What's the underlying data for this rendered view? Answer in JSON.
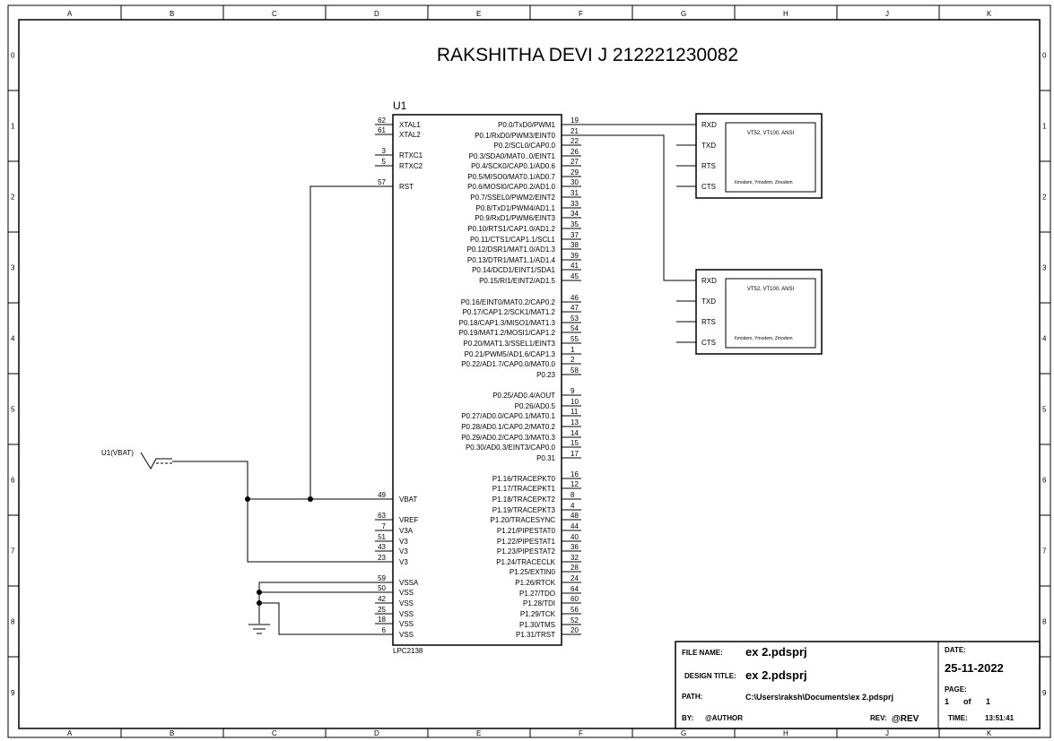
{
  "sheet": {
    "title": "RAKSHITHA DEVI J 212221230082",
    "zones_x": [
      "A",
      "B",
      "C",
      "D",
      "E",
      "F",
      "G",
      "H",
      "J",
      "K"
    ],
    "zones_y": [
      "0",
      "1",
      "2",
      "3",
      "4",
      "5",
      "6",
      "7",
      "8",
      "9"
    ]
  },
  "chip": {
    "ref": "U1",
    "part": "LPC2138",
    "left_pins": [
      {
        "num": "62",
        "name": "XTAL1"
      },
      {
        "num": "61",
        "name": "XTAL2"
      },
      {
        "num": "3",
        "name": "RTXC1"
      },
      {
        "num": "5",
        "name": "RTXC2"
      },
      {
        "num": "57",
        "name": "RST"
      },
      {
        "num": "49",
        "name": "VBAT"
      },
      {
        "num": "63",
        "name": "VREF"
      },
      {
        "num": "7",
        "name": "V3A"
      },
      {
        "num": "51",
        "name": "V3"
      },
      {
        "num": "43",
        "name": "V3"
      },
      {
        "num": "23",
        "name": "V3"
      },
      {
        "num": "59",
        "name": "VSSA"
      },
      {
        "num": "50",
        "name": "VSS"
      },
      {
        "num": "42",
        "name": "VSS"
      },
      {
        "num": "25",
        "name": "VSS"
      },
      {
        "num": "18",
        "name": "VSS"
      },
      {
        "num": "6",
        "name": "VSS"
      }
    ],
    "right_pins": [
      {
        "num": "19",
        "name": "P0.0/TxD0/PWM1"
      },
      {
        "num": "21",
        "name": "P0.1/RxD0/PWM3/EINT0"
      },
      {
        "num": "22",
        "name": "P0.2/SCL0/CAP0.0"
      },
      {
        "num": "26",
        "name": "P0.3/SDA0/MAT0..0/EINT1"
      },
      {
        "num": "27",
        "name": "P0.4/SCK0/CAP0.1/AD0.6"
      },
      {
        "num": "29",
        "name": "P0.5/MISO0/MAT0.1/AD0.7"
      },
      {
        "num": "30",
        "name": "P0.6/MOSI0/CAP0.2/AD1.0"
      },
      {
        "num": "31",
        "name": "P0.7/SSEL0/PWM2/EINT2"
      },
      {
        "num": "33",
        "name": "P0.8/TxD1/PWM4/AD1.1"
      },
      {
        "num": "34",
        "name": "P0.9/RxD1/PWM6/EINT3"
      },
      {
        "num": "35",
        "name": "P0.10/RTS1/CAP1.0/AD1.2"
      },
      {
        "num": "37",
        "name": "P0.11/CTS1/CAP1.1/SCL1"
      },
      {
        "num": "38",
        "name": "P0.12/DSR1/MAT1.0/AD1.3"
      },
      {
        "num": "39",
        "name": "P0.13/DTR1/MAT1.1/AD1.4"
      },
      {
        "num": "41",
        "name": "P0.14/DCD1/EINT1/SDA1"
      },
      {
        "num": "45",
        "name": "P0.15/RI1/EINT2/AD1.5"
      },
      {
        "num": "46",
        "name": "P0.16/EINT0/MAT0.2/CAP0.2"
      },
      {
        "num": "47",
        "name": "P0.17/CAP1.2/SCK1/MAT1.2"
      },
      {
        "num": "53",
        "name": "P0.18/CAP1.3/MISO1/MAT1.3"
      },
      {
        "num": "54",
        "name": "P0.19/MAT1.2/MOSI1/CAP1.2"
      },
      {
        "num": "55",
        "name": "P0.20/MAT1.3/SSEL1/EINT3"
      },
      {
        "num": "1",
        "name": "P0.21/PWM5/AD1.6/CAP1.3"
      },
      {
        "num": "2",
        "name": "P0.22/AD1.7/CAP0.0/MAT0.0"
      },
      {
        "num": "58",
        "name": "P0.23"
      },
      {
        "num": "9",
        "name": "P0.25/AD0.4/AOUT"
      },
      {
        "num": "10",
        "name": "P0.26/AD0.5"
      },
      {
        "num": "11",
        "name": "P0.27/AD0.0/CAP0.1/MAT0.1"
      },
      {
        "num": "13",
        "name": "P0.28/AD0.1/CAP0.2/MAT0.2"
      },
      {
        "num": "14",
        "name": "P0.29/AD0.2/CAP0.3/MAT0.3"
      },
      {
        "num": "15",
        "name": "P0.30/AD0.3/EINT3/CAP0.0"
      },
      {
        "num": "17",
        "name": "P0.31"
      },
      {
        "num": "16",
        "name": "P1.16/TRACEPKT0"
      },
      {
        "num": "12",
        "name": "P1.17/TRACEPKT1"
      },
      {
        "num": "8",
        "name": "P1.18/TRACEPKT2"
      },
      {
        "num": "4",
        "name": "P1.19/TRACEPKT3"
      },
      {
        "num": "48",
        "name": "P1.20/TRACESYNC"
      },
      {
        "num": "44",
        "name": "P1.21/PIPESTAT0"
      },
      {
        "num": "40",
        "name": "P1.22/PIPESTAT1"
      },
      {
        "num": "36",
        "name": "P1.23/PIPESTAT2"
      },
      {
        "num": "32",
        "name": "P1.24/TRACECLK"
      },
      {
        "num": "28",
        "name": "P1.25/EXTIN0"
      },
      {
        "num": "24",
        "name": "P1.26/RTCK"
      },
      {
        "num": "64",
        "name": "P1.27/TDO"
      },
      {
        "num": "60",
        "name": "P1.28/TDI"
      },
      {
        "num": "56",
        "name": "P1.29/TCK"
      },
      {
        "num": "52",
        "name": "P1.30/TMS"
      },
      {
        "num": "20",
        "name": "P1.31/TRST"
      }
    ]
  },
  "terminals": [
    {
      "pins": [
        "RXD",
        "TXD",
        "RTS",
        "CTS"
      ],
      "modes": "VT52, VT100, ANSI",
      "protocols": "Xmodem, Ymodem, Zmodem"
    },
    {
      "pins": [
        "RXD",
        "TXD",
        "RTS",
        "CTS"
      ],
      "modes": "VT52, VT100, ANSI",
      "protocols": "Xmodem, Ymodem, Zmodem"
    }
  ],
  "vbat_label": "U1(VBAT)",
  "title_block": {
    "file_name_label": "FILE NAME:",
    "file_name": "ex 2.pdsprj",
    "design_title_label": "DESIGN TITLE:",
    "design_title": "ex 2.pdsprj",
    "path_label": "PATH:",
    "path": "C:\\Users\\raksh\\Documents\\ex 2.pdsprj",
    "by_label": "BY:",
    "by": "@AUTHOR",
    "rev_label": "REV:",
    "rev": "@REV",
    "date_label": "DATE:",
    "date": "25-11-2022",
    "page_label": "PAGE:",
    "page": "1",
    "of_label": "of",
    "pages": "1",
    "time_label": "TIME:",
    "time": "13:51:41"
  }
}
